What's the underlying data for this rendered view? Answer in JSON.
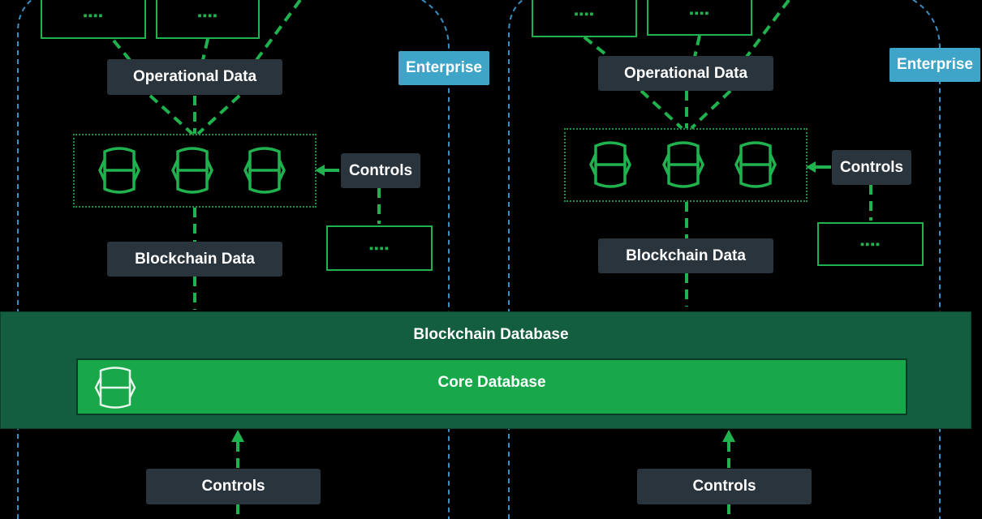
{
  "left_panel": {
    "top_boxes": [
      "▪▪▪▪",
      "▪▪▪▪"
    ],
    "operational_label": "Operational Data",
    "enterprise_label": "Enterprise",
    "controls_label": "Controls",
    "admin_box": "▪▪▪▪",
    "blockchain_label": "Blockchain Data"
  },
  "right_panel": {
    "top_boxes": [
      "▪▪▪▪",
      "▪▪▪▪"
    ],
    "operational_label": "Operational Data",
    "enterprise_label": "Enterprise",
    "controls_label": "Controls",
    "admin_box": "▪▪▪▪",
    "blockchain_label": "Blockchain Data"
  },
  "blockchain_database": {
    "title": "Blockchain Database",
    "core_title": "Core Database"
  },
  "bottom": {
    "left_controls": "Controls",
    "right_controls": "Controls"
  },
  "colors": {
    "accent_green": "#20b24e",
    "dark_pill": "#2a343c",
    "enterprise_blue": "#3ea5c9",
    "dashed_border_blue": "#3a8fc0",
    "db_dark": "#125e3f",
    "db_core": "#18a84a"
  }
}
